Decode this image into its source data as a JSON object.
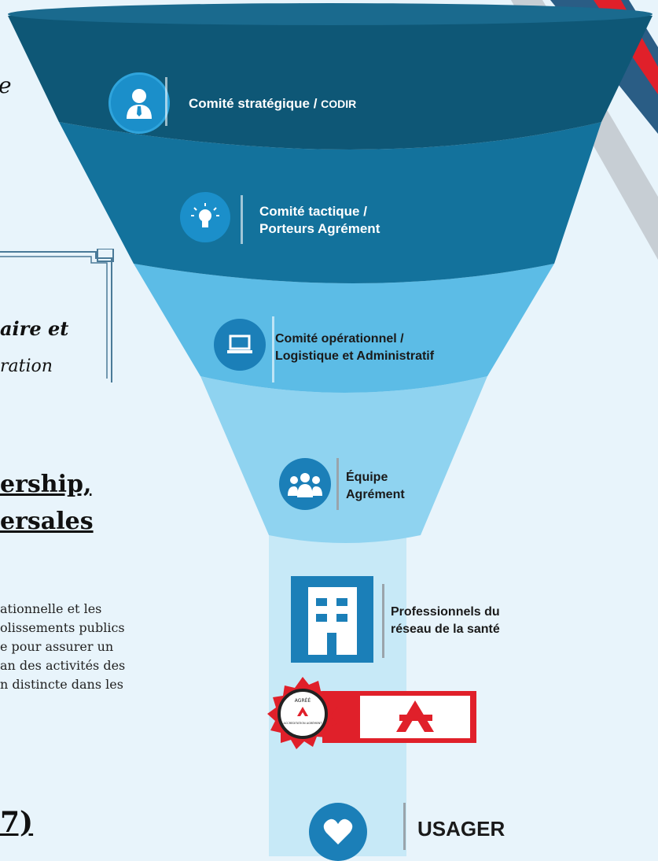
{
  "left_fragments": {
    "top_letter": "e",
    "box_line_1": "aire et",
    "box_line_2": "ration",
    "heading_line_1": "ership,",
    "heading_line_2": "ersales",
    "body_lines": [
      "ationnelle et les",
      "olissements publics",
      "e pour assurer un",
      "an des activités des",
      "n distincte dans les"
    ],
    "bottom_fragment": "7)"
  },
  "funnel": {
    "levels": [
      {
        "label_1": "Comité stratégique / ",
        "label_1_small": "CODIR",
        "icon": "user-icon"
      },
      {
        "label_1": "Comité tactique /",
        "label_2": "Porteurs Agrément",
        "icon": "lightbulb-icon"
      },
      {
        "label_1": "Comité opérationnel /",
        "label_2": "Logistique et Administratif",
        "icon": "laptop-icon"
      },
      {
        "label_1": "Équipe",
        "label_2": "Agrément",
        "icon": "group-icon"
      },
      {
        "label_1": "Professionnels du",
        "label_2": "réseau de la santé",
        "icon": "building-icon"
      },
      {
        "icon": "accreditation-badge"
      },
      {
        "label_1": "USAGER",
        "icon": "heart-icon"
      }
    ],
    "badge_text": [
      "AGRÉÉ",
      "ACCREDITATION AGRÉMENT"
    ]
  },
  "colors": {
    "level_1": "#0e5776",
    "level_2": "#13729c",
    "level_3": "#5cbce6",
    "level_4": "#8fd3f0",
    "stem": "#c7e9f7",
    "accent_red": "#e0202a"
  }
}
